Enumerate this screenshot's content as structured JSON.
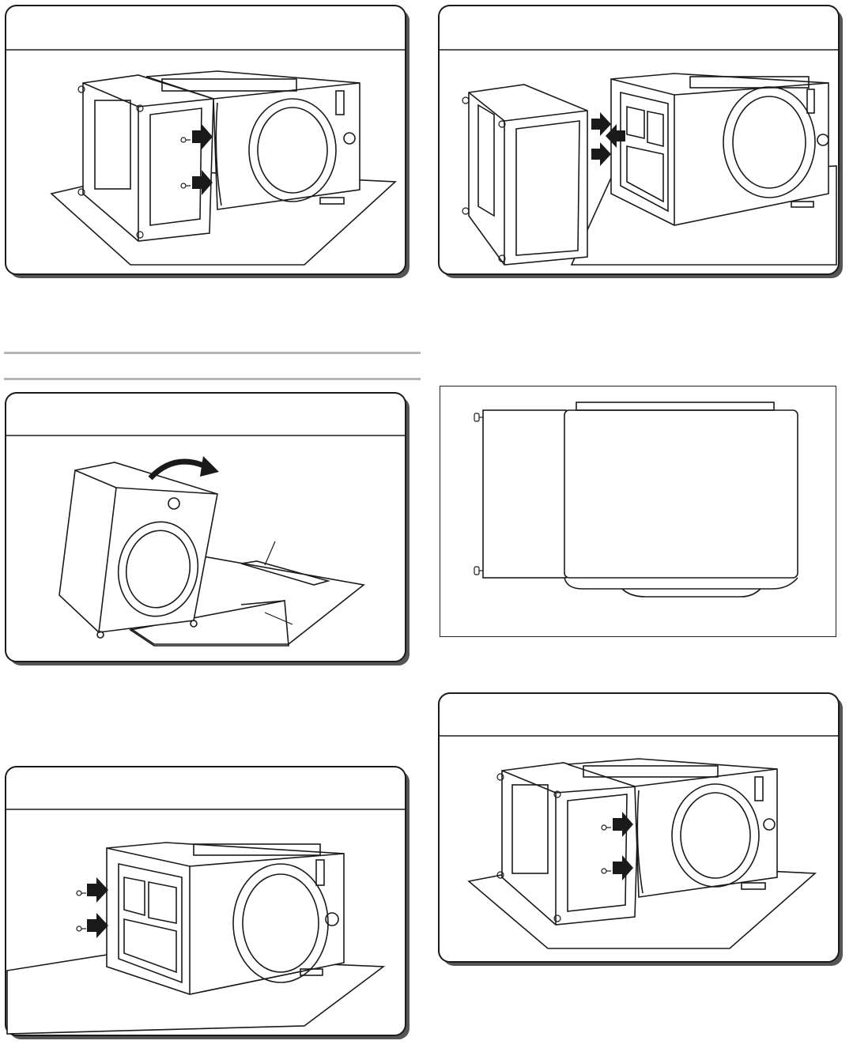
{
  "page": {
    "background": "#ffffff",
    "accent_gray": "#b5b5b5",
    "line_color": "#1a1a1a"
  },
  "panels": [
    {
      "id": "step-a",
      "heading": "",
      "illustration": "pedestal-attached-to-washer-side-with-arrows"
    },
    {
      "id": "step-b",
      "heading": "",
      "illustration": "pedestal-aligned-to-washer-base-with-arrows"
    },
    {
      "id": "step-c",
      "heading": "",
      "illustration": "washer-tilted-back-onto-cardboard"
    },
    {
      "id": "step-d",
      "heading": "",
      "illustration": "top-view-pedestal-and-washer"
    },
    {
      "id": "step-e",
      "heading": "",
      "illustration": "washer-on-cardboard-with-screw-arrows"
    },
    {
      "id": "step-f",
      "heading": "",
      "illustration": "pedestal-fastened-to-washer"
    }
  ],
  "icons": [
    "arrow-icon",
    "screw-icon",
    "curved-arrow-icon",
    "leader-line-icon"
  ]
}
